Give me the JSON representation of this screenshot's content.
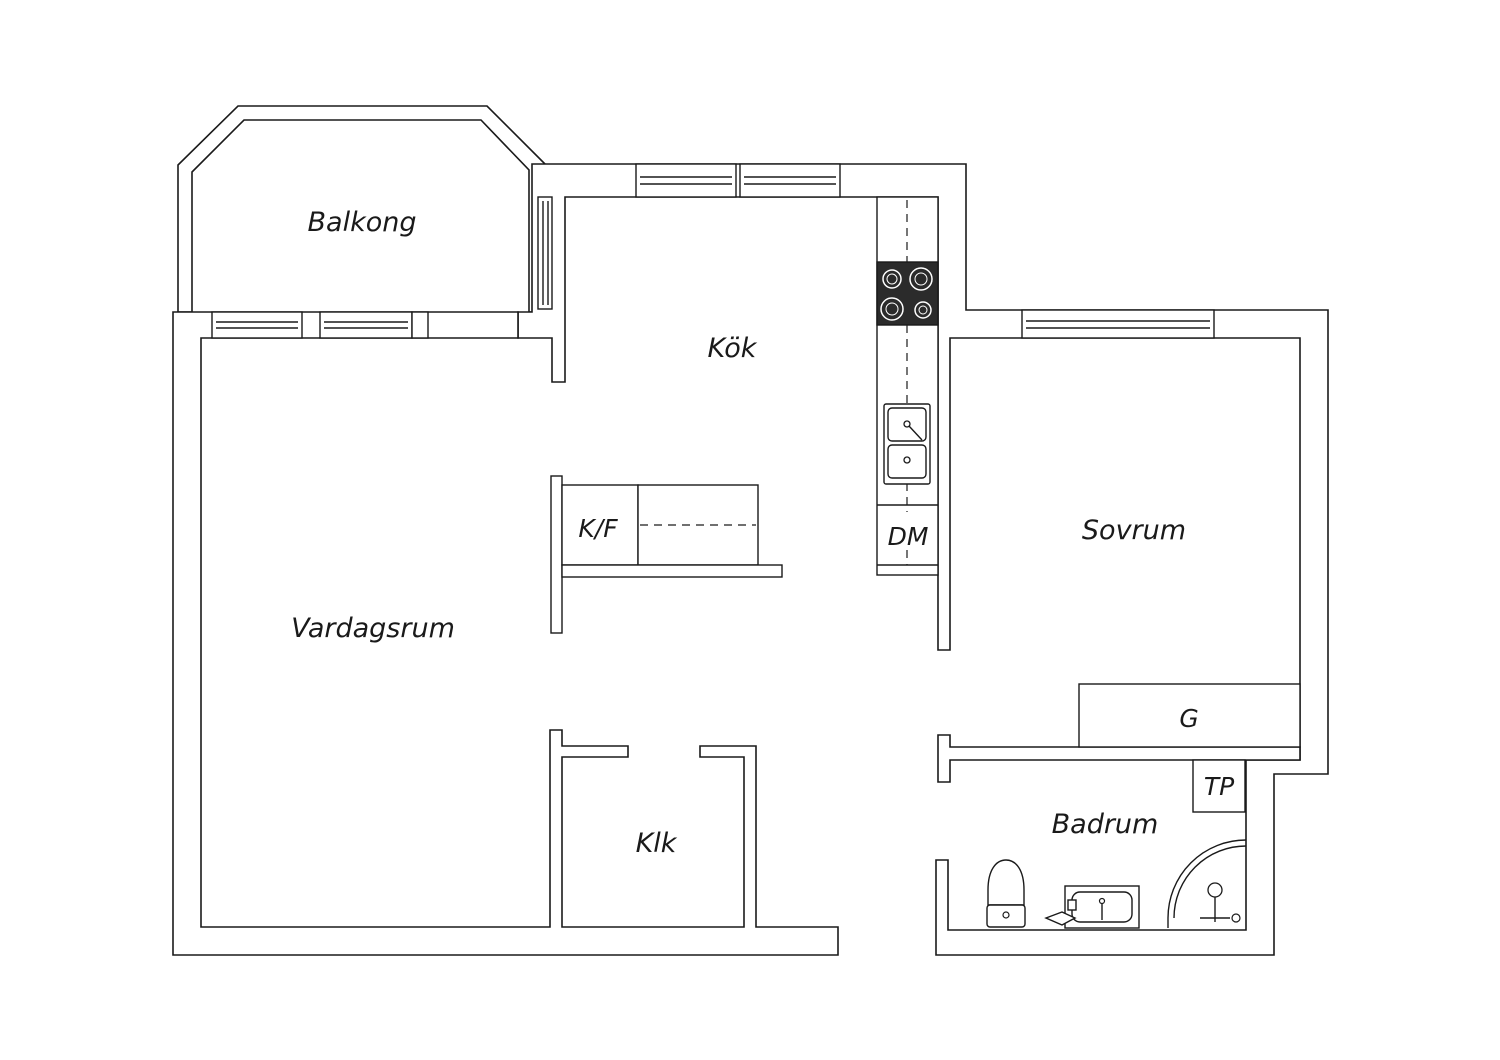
{
  "plan": {
    "rooms": {
      "balkong": "Balkong",
      "kok": "Kök",
      "vardagsrum": "Vardagsrum",
      "sovrum": "Sovrum",
      "klk": "Klk",
      "badrum": "Badrum"
    },
    "fixtures": {
      "kf": "K/F",
      "dm": "DM",
      "g": "G",
      "tp": "TP"
    },
    "colors": {
      "line": "#1a1a1a",
      "stove": "#2b2b2b",
      "background": "#ffffff"
    }
  }
}
